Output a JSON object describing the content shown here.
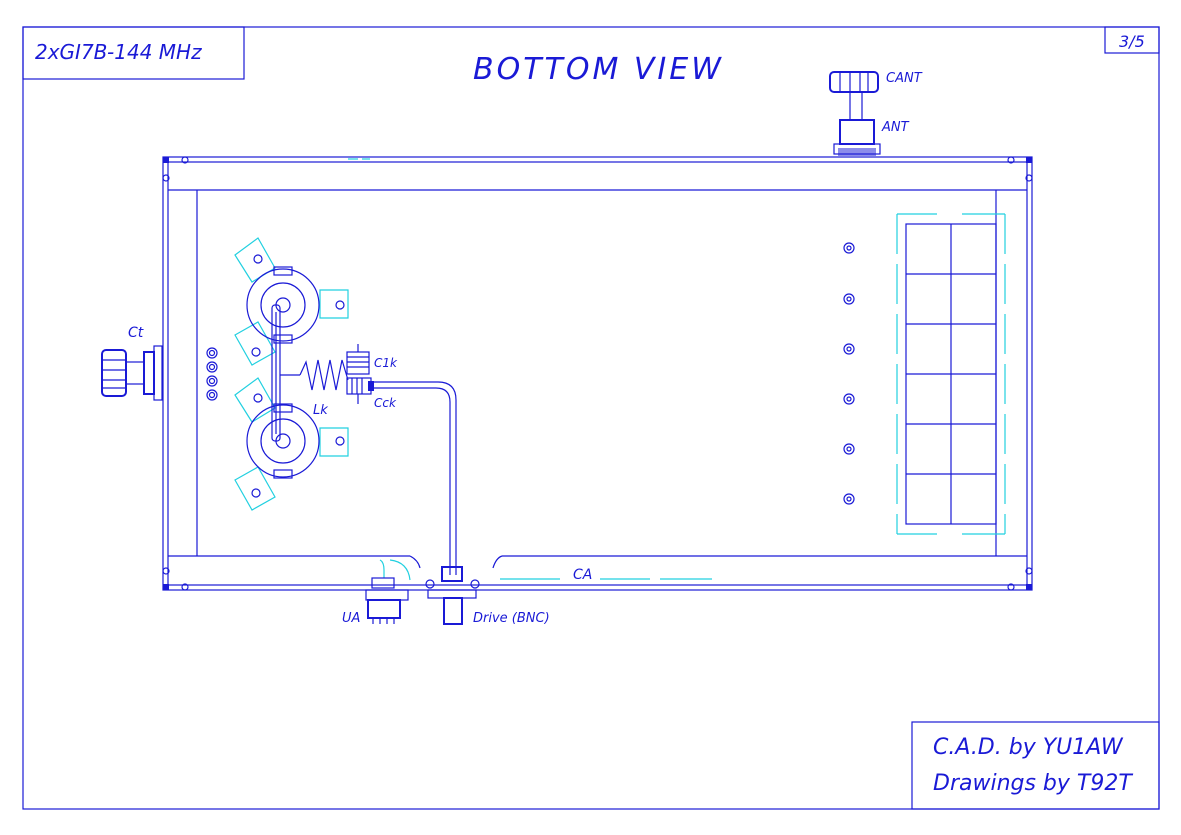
{
  "sheet": {
    "title_block": "2xGI7B-144 MHz",
    "view_title": "BOTTOM VIEW",
    "page_number": "3/5",
    "credits": {
      "line1": "C.A.D. by YU1AW",
      "line2": "Drawings by T92T"
    }
  },
  "labels": {
    "cant": "CANT",
    "ant": "ANT",
    "ct": "Ct",
    "c1k": "C1k",
    "cck": "Cck",
    "lk": "Lk",
    "ca": "CA",
    "ua": "UA",
    "drive": "Drive (BNC)"
  },
  "colors": {
    "line": "#1a1ad6",
    "accent": "#22d0e0",
    "background": "#ffffff"
  }
}
